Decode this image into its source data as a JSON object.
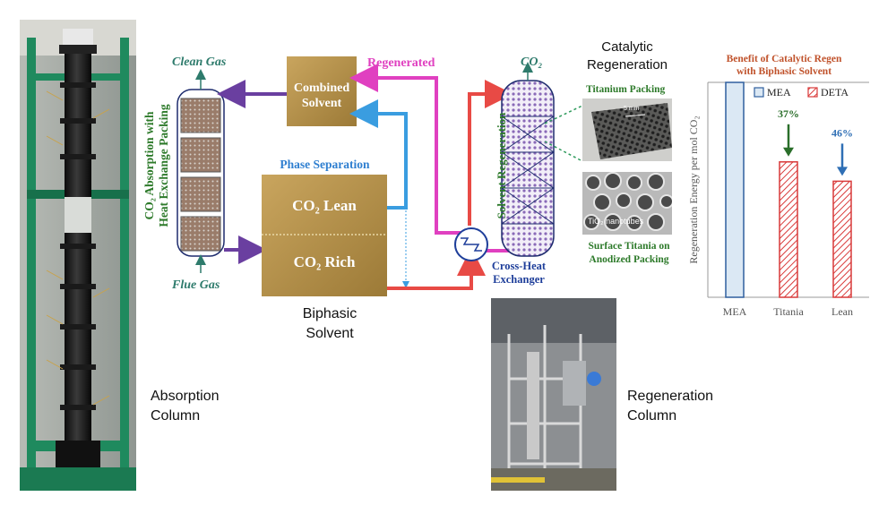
{
  "absorption": {
    "clean_gas": "Clean Gas",
    "flue_gas": "Flue Gas",
    "vertical_label_line1": "CO₂ Absorption with",
    "vertical_label_line2": "Heat Exchange Packing",
    "caption_line1": "Absorption",
    "caption_line2": "Column"
  },
  "combined_solvent": {
    "line1": "Combined",
    "line2": "Solvent"
  },
  "regenerated": "Regenerated",
  "phase_separation": {
    "title": "Phase Separation",
    "lean": "CO₂ Lean",
    "rich": "CO₂ Rich"
  },
  "biphasic": {
    "line1": "Biphasic",
    "line2": "Solvent"
  },
  "cross_heat": {
    "line1": "Cross-Heat",
    "line2": "Exchanger"
  },
  "regeneration": {
    "co2_label": "CO₂",
    "title_line1": "Catalytic",
    "title_line2": "Regeneration",
    "vertical_label": "Solvent Regeneration",
    "titanium_packing": "Titanium Packing",
    "scale_label": "5 mm",
    "tio2_nanotubes": "TiO₂ nanotubes",
    "surface_line1": "Surface Titania on",
    "surface_line2": "Anodized Packing",
    "caption_line1": "Regeneration",
    "caption_line2": "Column"
  },
  "colors": {
    "purple": "#6a3fa0",
    "magenta": "#e040c0",
    "blue": "#3a9de0",
    "red": "#e84a45",
    "green_text": "#2e7b6c",
    "gold": "#b8924a"
  },
  "chart_data": {
    "type": "bar",
    "title_line1": "Benefit of Catalytic Regen",
    "title_line2": "with Biphasic Solvent",
    "ylabel": "Regeneration Energy per mol CO₂",
    "categories": [
      "MEA",
      "Titania",
      "Lean"
    ],
    "series": [
      {
        "name": "MEA",
        "values": [
          100,
          null,
          null
        ],
        "color": "#dbe8f4",
        "hatch": false
      },
      {
        "name": "DETA",
        "values": [
          null,
          63,
          54
        ],
        "color": "#d93a3a",
        "hatch": true
      }
    ],
    "ylim": [
      0,
      100
    ],
    "annotations": [
      {
        "category": "Titania",
        "text": "37%",
        "color": "#2a6e2a"
      },
      {
        "category": "Lean",
        "text": "46%",
        "color": "#2f6fb5"
      }
    ],
    "legend_placement": "top"
  }
}
